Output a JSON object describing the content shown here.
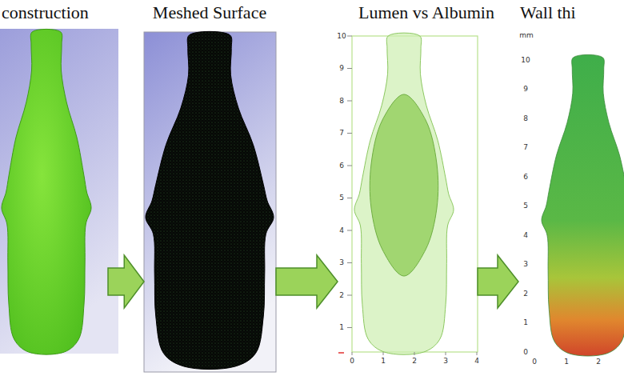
{
  "diagram": {
    "nodes": [
      {
        "text": [
          "construction"
        ]
      },
      {
        "text": [
          "Meshed Surface"
        ]
      },
      {
        "text": [
          "Lumen vs Albumin"
        ]
      },
      {
        "text": [
          "Wall thi"
        ]
      }
    ],
    "edges": [
      {
        "from": 0,
        "to": 1,
        "arrow": "to"
      },
      {
        "from": 1,
        "to": 2,
        "arrow": "to"
      },
      {
        "from": 2,
        "to": 3,
        "arrow": "to"
      }
    ],
    "labels": [
      "10",
      "9",
      "8",
      "7",
      "6",
      "5",
      "4",
      "3",
      "2",
      "1",
      "0",
      "1",
      "2",
      "3",
      "4",
      "mm",
      "10",
      "9",
      "8",
      "7",
      "6",
      "5",
      "4",
      "3",
      "2",
      "1",
      "0",
      "0",
      "1",
      "2"
    ]
  }
}
